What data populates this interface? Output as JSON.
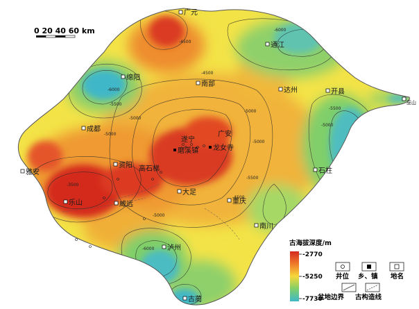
{
  "scale_bar": {
    "label": "0  20 40 60 km"
  },
  "places": {
    "guangyuan": "广元",
    "tongjiang": "通江",
    "mianyang": "绵阳",
    "nanbu": "南部",
    "dazhou": "达州",
    "kaixian": "开县",
    "wushan": "巫山",
    "chengdu": "成都",
    "suining": "遂宁",
    "moxizhen": "磨溪镇",
    "longnvsi": "龙女寺",
    "guangan": "广安",
    "yaan": "雅安",
    "ziyang": "资阳",
    "gaoshiti": "高石梯",
    "shizhu": "石柱",
    "leshan": "乐山",
    "weiyuan": "威远",
    "dazu": "大足",
    "chongqing": "重庆",
    "nanchuan": "南川",
    "luzhou": "泸州",
    "gulin": "古蔺"
  },
  "contour_labels": {
    "c1": "-4500",
    "c2": "-6000",
    "c3": "-6000",
    "c4": "-5500",
    "c5": "-5000",
    "c6": "-5000",
    "c7": "-4500",
    "c8": "-5000",
    "c9": "-5500",
    "c10": "-5000",
    "c11": "-5500",
    "c12": "-3500",
    "c13": "-6000",
    "c14": "-5000",
    "c15": "-5000",
    "c16": "-4500"
  },
  "legend": {
    "title": "古海拔深度/m",
    "max_label": "-2770",
    "mid_label": "-5250",
    "min_label": "-7730",
    "colors": [
      "#d42a1f",
      "#ef7a2a",
      "#f6d83a",
      "#7fcf6a",
      "#3fb7c8"
    ],
    "well_label": "井位",
    "town_label": "乡、镇",
    "place_label": "地名",
    "boundary_label": "盆地边界",
    "fault_label": "古构造线"
  },
  "colors": {
    "deep_blue": "#3fb7c8",
    "green": "#7fcf6a",
    "yellow": "#f3e347",
    "orange": "#ef8a2c",
    "red": "#d42a1f"
  }
}
